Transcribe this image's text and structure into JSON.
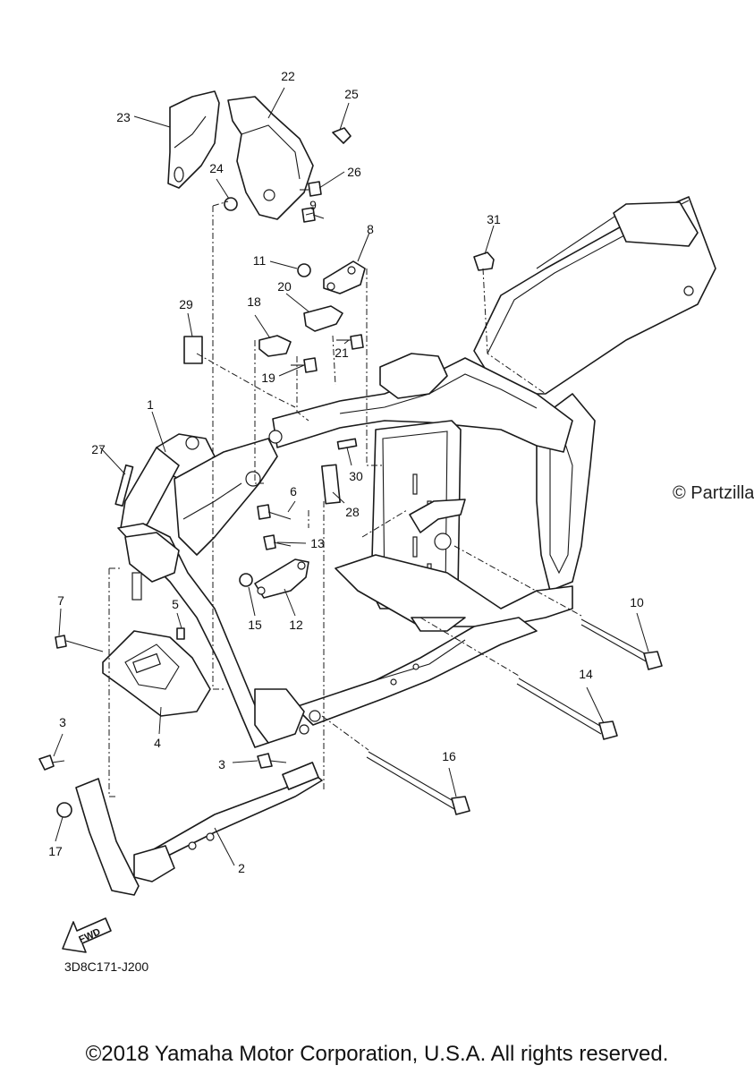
{
  "callouts": [
    {
      "id": "1",
      "text": "1"
    },
    {
      "id": "2",
      "text": "2"
    },
    {
      "id": "3a",
      "text": "3"
    },
    {
      "id": "3b",
      "text": "3"
    },
    {
      "id": "4",
      "text": "4"
    },
    {
      "id": "5",
      "text": "5"
    },
    {
      "id": "6",
      "text": "6"
    },
    {
      "id": "7",
      "text": "7"
    },
    {
      "id": "8",
      "text": "8"
    },
    {
      "id": "9",
      "text": "9"
    },
    {
      "id": "10",
      "text": "10"
    },
    {
      "id": "11",
      "text": "11"
    },
    {
      "id": "12",
      "text": "12"
    },
    {
      "id": "13",
      "text": "13"
    },
    {
      "id": "14",
      "text": "14"
    },
    {
      "id": "15",
      "text": "15"
    },
    {
      "id": "16",
      "text": "16"
    },
    {
      "id": "17",
      "text": "17"
    },
    {
      "id": "18",
      "text": "18"
    },
    {
      "id": "19",
      "text": "19"
    },
    {
      "id": "20",
      "text": "20"
    },
    {
      "id": "21",
      "text": "21"
    },
    {
      "id": "22",
      "text": "22"
    },
    {
      "id": "23",
      "text": "23"
    },
    {
      "id": "24",
      "text": "24"
    },
    {
      "id": "25",
      "text": "25"
    },
    {
      "id": "26",
      "text": "26"
    },
    {
      "id": "27",
      "text": "27"
    },
    {
      "id": "28",
      "text": "28"
    },
    {
      "id": "29",
      "text": "29"
    },
    {
      "id": "30",
      "text": "30"
    },
    {
      "id": "31",
      "text": "31"
    }
  ],
  "fwd_label": "FWD",
  "drawing_code": "3D8C171-J200",
  "watermark": "© Partzilla",
  "copyright": "©2018 Yamaha Motor Corporation, U.S.A. All rights reserved."
}
